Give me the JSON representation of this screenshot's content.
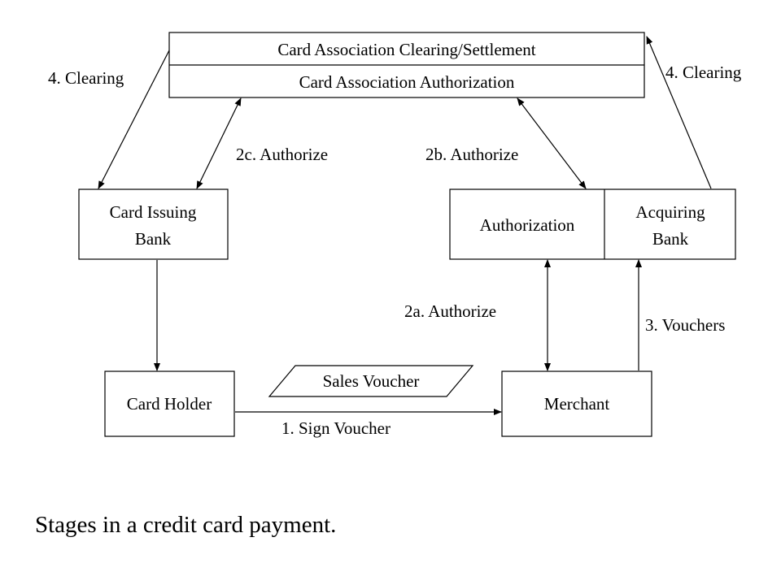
{
  "nodes": {
    "assoc_clearing": "Card Association Clearing/Settlement",
    "assoc_authorization": "Card Association Authorization",
    "issuing_bank": [
      "Card Issuing",
      "Bank"
    ],
    "authorization": "Authorization",
    "acquiring_bank": [
      "Acquiring",
      "Bank"
    ],
    "card_holder": "Card Holder",
    "merchant": "Merchant",
    "sales_voucher": "Sales Voucher"
  },
  "edges": {
    "clearing_left": "4. Clearing",
    "clearing_right": "4. Clearing",
    "authorize_2c": "2c. Authorize",
    "authorize_2b": "2b. Authorize",
    "authorize_2a": "2a. Authorize",
    "vouchers": "3. Vouchers",
    "sign_voucher": "1. Sign Voucher"
  },
  "caption": "Stages in a credit card payment."
}
